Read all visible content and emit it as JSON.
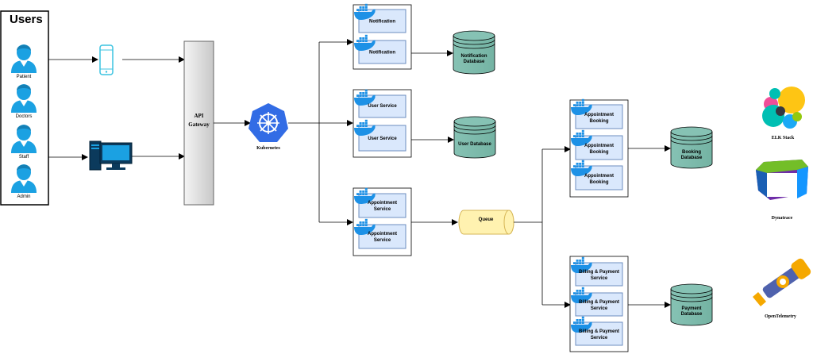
{
  "users": {
    "title": "Users",
    "items": [
      "Patient",
      "Doctors",
      "Staff",
      "Admin"
    ]
  },
  "gateway": {
    "line1": "API",
    "line2": "Gateway"
  },
  "kubernetes": {
    "label": "Kubernetes"
  },
  "services": {
    "notification": [
      "Notification",
      "Notification"
    ],
    "user": [
      "User Service",
      "User Service"
    ],
    "appointment": [
      [
        "Appointment",
        "Service"
      ],
      [
        "Appointment",
        "Service"
      ]
    ]
  },
  "databases": {
    "notification": [
      "Notification",
      "Database"
    ],
    "user": [
      "User Database"
    ],
    "booking": [
      "Booking",
      "Database"
    ],
    "payment": [
      "Payment",
      "Database"
    ]
  },
  "queue": {
    "label": "Queue"
  },
  "booking_services": [
    [
      "Appointment",
      "Booking"
    ],
    [
      "Appointment",
      "Booking"
    ],
    [
      "Appointment",
      "Booking"
    ]
  ],
  "billing_services": [
    [
      "Billing & Payment",
      "Service"
    ],
    [
      "Billing & Payment",
      "Service"
    ],
    [
      "Billing & Payment",
      "Service"
    ]
  ],
  "tools": {
    "elk": "ELK Stack",
    "dynatrace": "Dynatrace",
    "otel": "OpenTelemetry"
  },
  "colors": {
    "user_blue": "#1ba1e2",
    "service_fill": "#dae8fc",
    "service_stroke": "#6c8ebf",
    "db_fill": "#86c2b4",
    "queue_fill": "#fff2b0",
    "queue_stroke": "#d6b656",
    "k8s_blue": "#326ce5",
    "docker_blue": "#1d91e6"
  }
}
